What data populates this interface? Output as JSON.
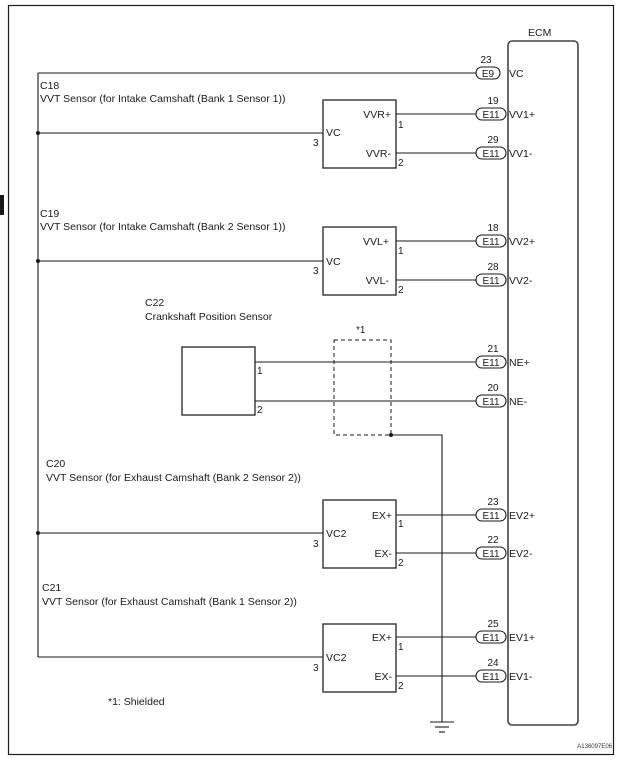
{
  "ecm": {
    "label": "ECM",
    "vc_terminal": {
      "pin": "23",
      "connector": "E9",
      "signal": "VC"
    }
  },
  "sensors": [
    {
      "id": "C18",
      "title": "VVT Sensor (for Intake Camshaft (Bank 1 Sensor 1))",
      "vc_label": "VC",
      "vc_pin": "3",
      "pins": [
        {
          "label": "VVR+",
          "pin": "1",
          "ecm_pin": "19",
          "connector": "E11",
          "signal": "VV1+"
        },
        {
          "label": "VVR-",
          "pin": "2",
          "ecm_pin": "29",
          "connector": "E11",
          "signal": "VV1-"
        }
      ]
    },
    {
      "id": "C19",
      "title": "VVT Sensor (for Intake Camshaft (Bank 2 Sensor 1))",
      "vc_label": "VC",
      "vc_pin": "3",
      "pins": [
        {
          "label": "VVL+",
          "pin": "1",
          "ecm_pin": "18",
          "connector": "E11",
          "signal": "VV2+"
        },
        {
          "label": "VVL-",
          "pin": "2",
          "ecm_pin": "28",
          "connector": "E11",
          "signal": "VV2-"
        }
      ]
    },
    {
      "id": "C22",
      "title": "Crankshaft Position Sensor",
      "pins": [
        {
          "pin": "1",
          "ecm_pin": "21",
          "connector": "E11",
          "signal": "NE+"
        },
        {
          "pin": "2",
          "ecm_pin": "20",
          "connector": "E11",
          "signal": "NE-"
        }
      ]
    },
    {
      "id": "C20",
      "title": "VVT Sensor (for Exhaust Camshaft (Bank 2 Sensor 2))",
      "vc_label": "VC2",
      "vc_pin": "3",
      "pins": [
        {
          "label": "EX+",
          "pin": "1",
          "ecm_pin": "23",
          "connector": "E11",
          "signal": "EV2+"
        },
        {
          "label": "EX-",
          "pin": "2",
          "ecm_pin": "22",
          "connector": "E11",
          "signal": "EV2-"
        }
      ]
    },
    {
      "id": "C21",
      "title": "VVT Sensor (for Exhaust Camshaft (Bank 1 Sensor 2))",
      "vc_label": "VC2",
      "vc_pin": "3",
      "pins": [
        {
          "label": "EX+",
          "pin": "1",
          "ecm_pin": "25",
          "connector": "E11",
          "signal": "EV1+"
        },
        {
          "label": "EX-",
          "pin": "2",
          "ecm_pin": "24",
          "connector": "E11",
          "signal": "EV1-"
        }
      ]
    }
  ],
  "shield": {
    "marker": "*1",
    "note": "*1: Shielded"
  },
  "ground_symbol": "ground-icon",
  "figure_id": "A136097E06"
}
